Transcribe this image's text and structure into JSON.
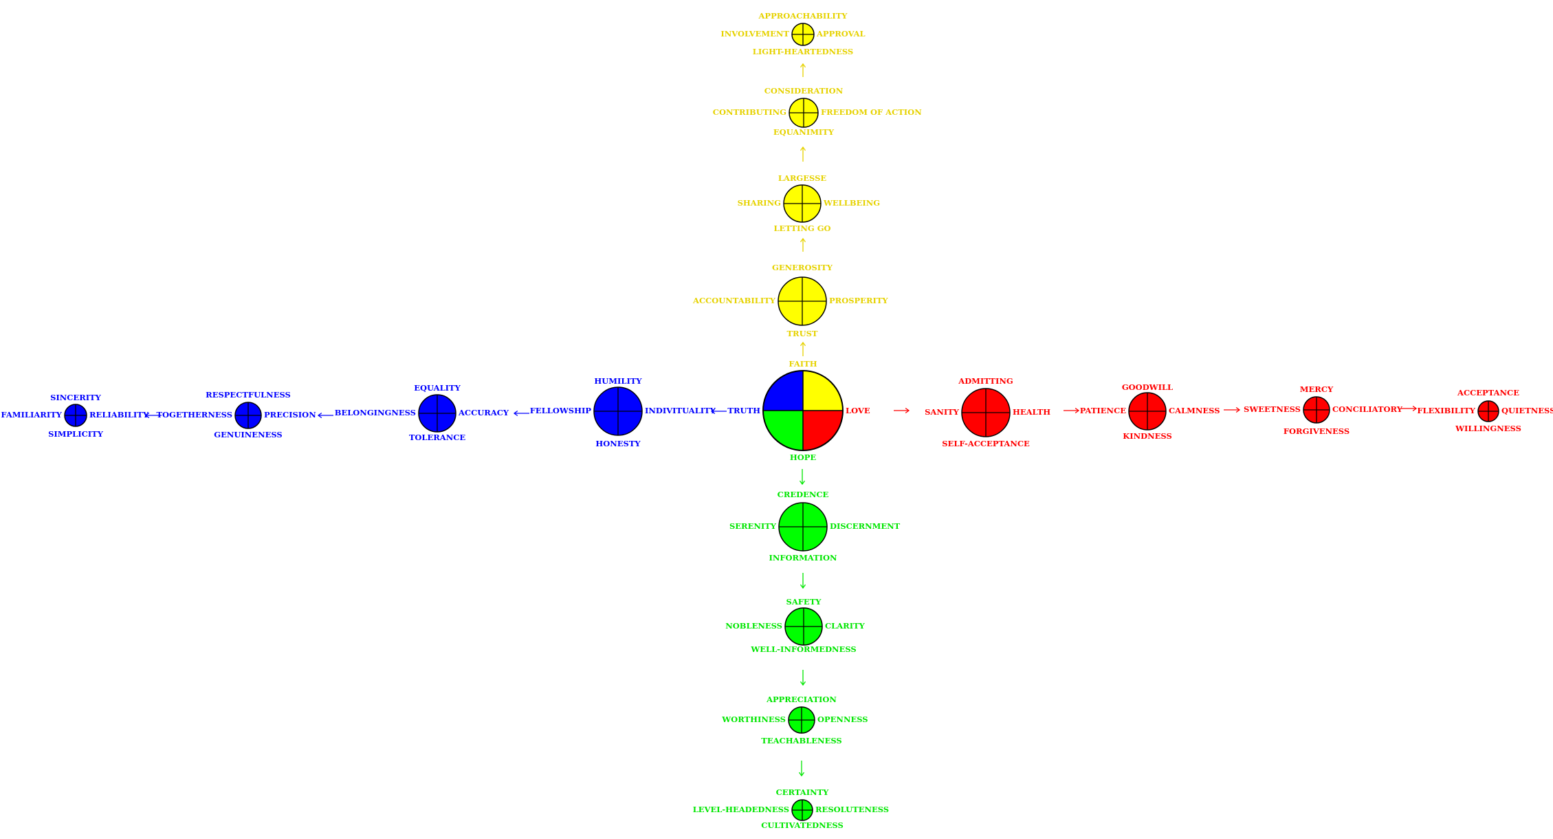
{
  "colors": {
    "yellow": "#ffff00",
    "red": "#ff0000",
    "blue": "#0000ff",
    "green": "#00ff00",
    "outline": "#000000"
  },
  "center": {
    "top": "FAITH",
    "bottom": "HOPE",
    "left": "TRUTH",
    "right": "LOVE"
  },
  "nodes": [
    {
      "id": "y1",
      "color": "yellow",
      "top": "GENEROSITY",
      "bottom": "TRUST",
      "left": "ACCOUNTABILITY",
      "right": "PROSPERITY"
    },
    {
      "id": "y2",
      "color": "yellow",
      "top": "LARGESSE",
      "bottom": "LETTING GO",
      "left": "SHARING",
      "right": "WELLBEING"
    },
    {
      "id": "y3",
      "color": "yellow",
      "top": "CONSIDERATION",
      "bottom": "EQUANIMITY",
      "left": "CONTRIBUTING",
      "right": "FREEDOM OF ACTION"
    },
    {
      "id": "y4",
      "color": "yellow",
      "top": "APPROACHABILITY",
      "bottom": "LIGHT-HEARTEDNESS",
      "left": "INVOLVEMENT",
      "right": "APPROVAL"
    },
    {
      "id": "r1",
      "color": "red",
      "top": "ADMITTING",
      "bottom": "SELF-ACCEPTANCE",
      "left": "SANITY",
      "right": "HEALTH"
    },
    {
      "id": "r2",
      "color": "red",
      "top": "GOODWILL",
      "bottom": "KINDNESS",
      "left": "PATIENCE",
      "right": "CALMNESS"
    },
    {
      "id": "r3",
      "color": "red",
      "top": "MERCY",
      "bottom": "FORGIVENESS",
      "left": "SWEETNESS",
      "right": "CONCILIATORY"
    },
    {
      "id": "r4",
      "color": "red",
      "top": "ACCEPTANCE",
      "bottom": "WILLINGNESS",
      "left": "FLEXIBILITY",
      "right": "QUIETNESS"
    },
    {
      "id": "b1",
      "color": "blue",
      "top": "HUMILITY",
      "bottom": "HONESTY",
      "left": "FELLOWSHIP",
      "right": "INDIVITUALITY"
    },
    {
      "id": "b2",
      "color": "blue",
      "top": "EQUALITY",
      "bottom": "TOLERANCE",
      "left": "BELONGINGNESS",
      "right": "ACCURACY"
    },
    {
      "id": "b3",
      "color": "blue",
      "top": "RESPECTFULNESS",
      "bottom": "GENUINENESS",
      "left": "TOGETHERNESS",
      "right": "PRECISION"
    },
    {
      "id": "b4",
      "color": "blue",
      "top": "SINCERITY",
      "bottom": "SIMPLICITY",
      "left": "FAMILIARITY",
      "right": "RELIABILITY"
    },
    {
      "id": "g1",
      "color": "green",
      "top": "CREDENCE",
      "bottom": "INFORMATION",
      "left": "SERENITY",
      "right": "DISCERNMENT"
    },
    {
      "id": "g2",
      "color": "green",
      "top": "SAFETY",
      "bottom": "WELL-INFORMEDNESS",
      "left": "NOBLENESS",
      "right": "CLARITY"
    },
    {
      "id": "g3",
      "color": "green",
      "top": "APPRECIATION",
      "bottom": "TEACHABLENESS",
      "left": "WORTHINESS",
      "right": "OPENNESS"
    },
    {
      "id": "g4",
      "color": "green",
      "top": "CERTAINTY",
      "bottom": "CULTIVATEDNESS",
      "left": "LEVEL-HEADEDNESS",
      "right": "RESOLUTENESS"
    }
  ]
}
